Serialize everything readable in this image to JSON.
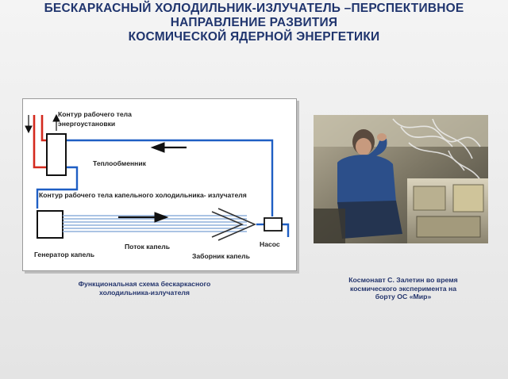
{
  "title": {
    "line1": "БЕСКАРКАСНЫЙ ХОЛОДИЛЬНИК-ИЗЛУЧАТЕЛЬ –ПЕРСПЕКТИВНОЕ",
    "line2": "НАПРАВЛЕНИЕ РАЗВИТИЯ",
    "line3": "КОСМИЧЕСКОЙ ЯДЕРНОЙ ЭНЕРГЕТИКИ"
  },
  "diagram": {
    "labels": {
      "power_circuit_1": "Контур рабочего тела",
      "power_circuit_2": "энергоустановки",
      "heat_exchanger": "Теплообменник",
      "droplet_circuit": "Контур рабочего тела капельного холодильника- излучателя",
      "droplet_generator": "Генератор капель",
      "droplet_flow": "Поток капель",
      "droplet_collector": "Заборник капель",
      "pump": "Насос"
    },
    "colors": {
      "blue_circuit": "#1f5fc4",
      "red_circuit": "#d42a1e",
      "droplet_stream": "#8fb0dc"
    }
  },
  "captions": {
    "left_1": "Функциональная схема бескаркасного",
    "left_2": "холодильника-излучателя",
    "right_1": "Космонавт С. Залетин во время",
    "right_2": "космического эксперимента на",
    "right_3": "борту ОС «Мир»"
  }
}
